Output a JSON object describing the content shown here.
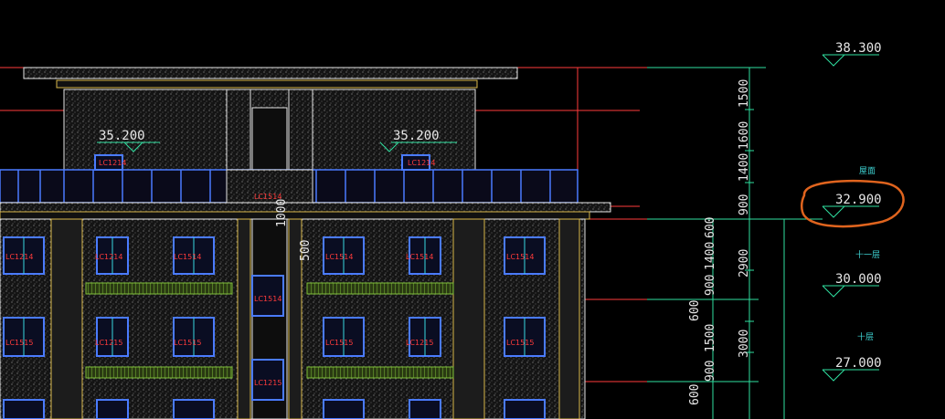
{
  "elevations": {
    "e38300": "38.300",
    "e35200_left": "35.200",
    "e35200_right": "35.200",
    "e32900": "32.900",
    "e30000": "30.000",
    "e27000": "27.000"
  },
  "floor_tags": {
    "roof": "屋面",
    "floor11": "十一层",
    "floor10": "十层"
  },
  "dimensions": {
    "d1500": "1500",
    "d1600": "1600",
    "d1400a": "1400",
    "d900a": "900",
    "d600a": "600",
    "d1400b": "1400",
    "d900b": "900",
    "d1500b": "1500",
    "d900c": "900",
    "d2900": "2900",
    "d3000": "3000",
    "d600b": "600",
    "d600c": "600",
    "d500": "500",
    "d1000": "1000"
  },
  "window_tags": {
    "w1": "LC1214",
    "w2": "LC1214",
    "w3": "LC1514",
    "w4": "LC1214",
    "w5": "LC1514",
    "w6": "LC1514",
    "w7": "LC1514",
    "w8": "LC1214",
    "w9": "LC1514",
    "w10": "LC1514",
    "w11": "LC1215",
    "w12": "LC1515",
    "w13": "LC1515",
    "w14": "LC1515",
    "w15": "LC1515",
    "w16": "LC1215",
    "w17": "LC1215"
  },
  "colors": {
    "background": "#000000",
    "facade": "#1a1a1a",
    "outline": "#e6e6e6",
    "axis_red": "#ff3b3b",
    "dim_green": "#2fe0a0",
    "window_blue": "#4a7bff",
    "window_cyan": "#38d6e0",
    "railing_green": "#7fbf3a",
    "trim_yellow": "#d9b84a",
    "highlight_orange": "#e0641e"
  }
}
